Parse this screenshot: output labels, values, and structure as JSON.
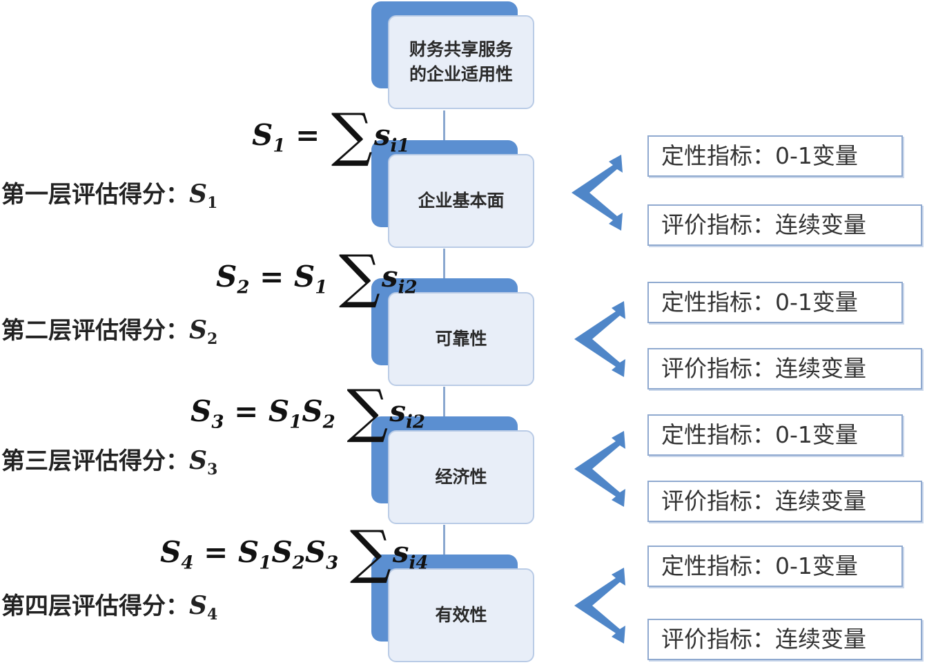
{
  "diagram": {
    "boxes": [
      {
        "lines": [
          "财务共享服务",
          "的企业适用性"
        ]
      },
      {
        "lines": [
          "企业基本面"
        ]
      },
      {
        "lines": [
          "可靠性"
        ]
      },
      {
        "lines": [
          "经济性"
        ]
      },
      {
        "lines": [
          "有效性"
        ]
      }
    ],
    "formulas": [
      {
        "lhs": "S",
        "lhs_sub": "1",
        "eq": "=",
        "prefix": [],
        "sigma": "∑",
        "term": "s",
        "term_sub": "i1"
      },
      {
        "lhs": "S",
        "lhs_sub": "2",
        "eq": "=",
        "prefix": [
          {
            "v": "S",
            "s": "1"
          }
        ],
        "sigma": "∑",
        "term": "s",
        "term_sub": "i2"
      },
      {
        "lhs": "S",
        "lhs_sub": "3",
        "eq": "=",
        "prefix": [
          {
            "v": "S",
            "s": "1"
          },
          {
            "v": "S",
            "s": "2"
          }
        ],
        "sigma": "∑",
        "term": "s",
        "term_sub": "i2"
      },
      {
        "lhs": "S",
        "lhs_sub": "4",
        "eq": "=",
        "prefix": [
          {
            "v": "S",
            "s": "1"
          },
          {
            "v": "S",
            "s": "2"
          },
          {
            "v": "S",
            "s": "3"
          }
        ],
        "sigma": "∑",
        "term": "s",
        "term_sub": "i4"
      }
    ],
    "layers": [
      {
        "label": "第一层评估得分：",
        "var": "S",
        "sub": "1"
      },
      {
        "label": "第二层评估得分：",
        "var": "S",
        "sub": "2"
      },
      {
        "label": "第三层评估得分：",
        "var": "S",
        "sub": "3"
      },
      {
        "label": "第四层评估得分：",
        "var": "S",
        "sub": "4"
      }
    ],
    "indicators": {
      "qualitative": "定性指标：0-1变量",
      "evaluative": "评价指标：连续变量"
    },
    "colors": {
      "box_back": "#5b8fd1",
      "box_front": "#e8eef8",
      "arrow": "#4f86c8",
      "border": "#8fa9cf"
    }
  }
}
